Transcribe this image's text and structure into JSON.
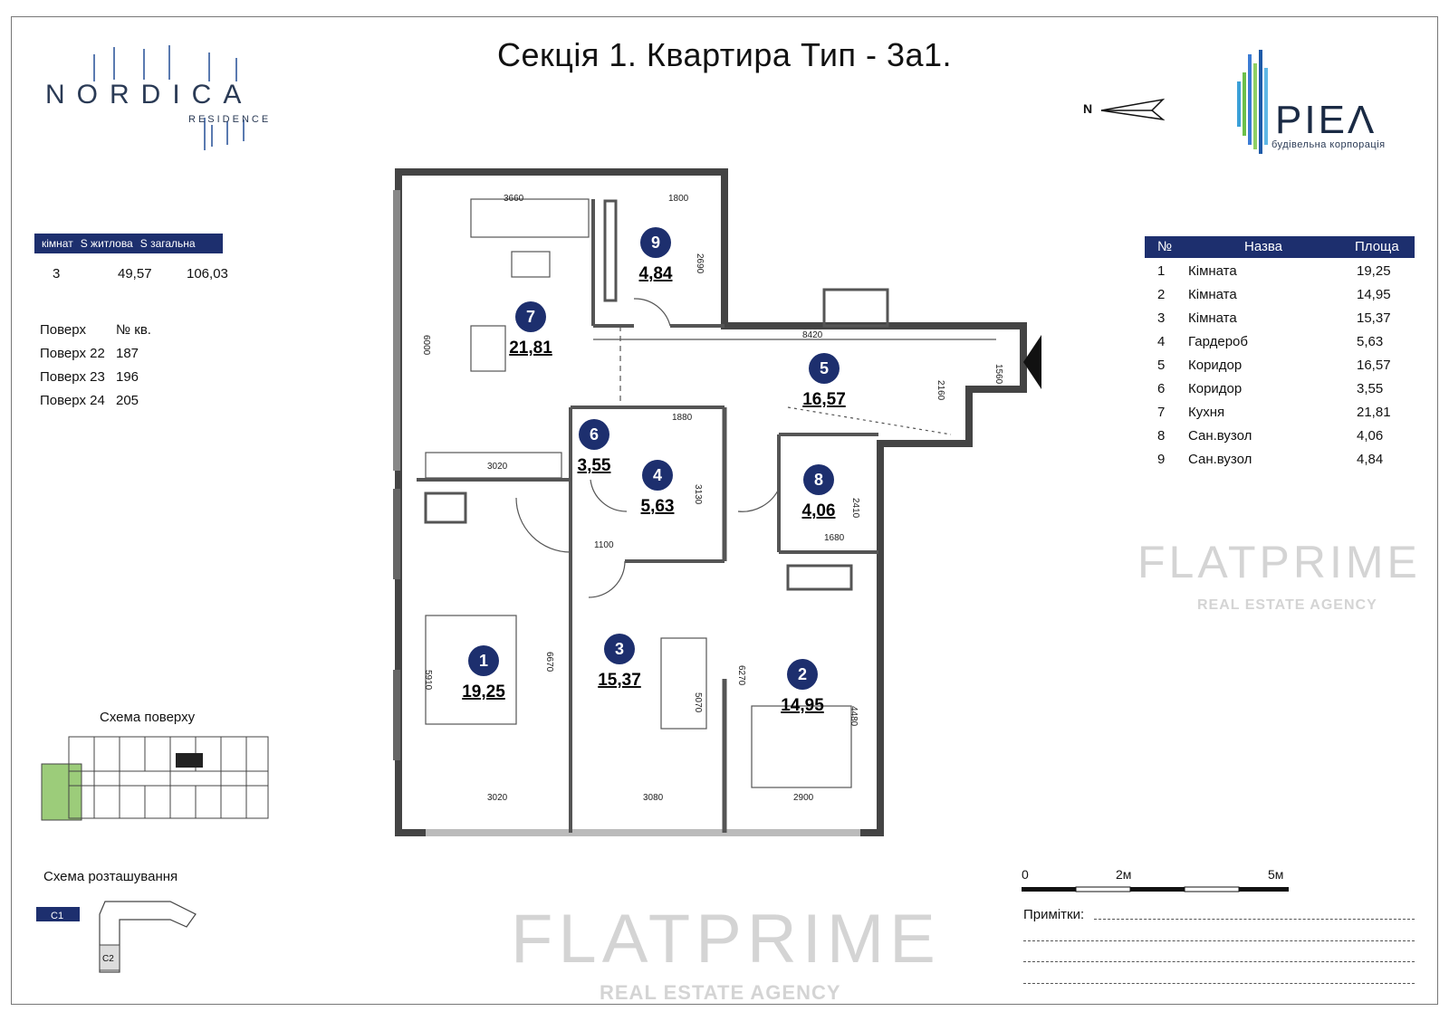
{
  "title": "Секція 1. Квартира Тип - 3а1.",
  "logos": {
    "nordica": "NORDICA",
    "nordica_sub": "RESIDENCE",
    "piel": "PIEΛ",
    "piel_sub": "будівельна корпорація"
  },
  "north_label": "N",
  "summary": {
    "headers": [
      "кімнат",
      "S житлова",
      "S загальна"
    ],
    "values": [
      "3",
      "49,57",
      "106,03"
    ]
  },
  "floors": {
    "headers": [
      "Поверх",
      "№ кв."
    ],
    "rows": [
      [
        "Поверх 22",
        "187"
      ],
      [
        "Поверх 23",
        "196"
      ],
      [
        "Поверх 24",
        "205"
      ]
    ]
  },
  "rooms_table": {
    "headers": [
      "№",
      "Назва",
      "Площа"
    ],
    "rows": [
      [
        "1",
        "Кімната",
        "19,25"
      ],
      [
        "2",
        "Кімната",
        "14,95"
      ],
      [
        "3",
        "Кімната",
        "15,37"
      ],
      [
        "4",
        "Гардероб",
        "5,63"
      ],
      [
        "5",
        "Коридор",
        "16,57"
      ],
      [
        "6",
        "Коридор",
        "3,55"
      ],
      [
        "7",
        "Кухня",
        "21,81"
      ],
      [
        "8",
        "Сан.вузол",
        "4,06"
      ],
      [
        "9",
        "Сан.вузол",
        "4,84"
      ]
    ]
  },
  "plan_rooms": [
    {
      "num": "1",
      "area": "19,25"
    },
    {
      "num": "2",
      "area": "14,95"
    },
    {
      "num": "3",
      "area": "15,37"
    },
    {
      "num": "4",
      "area": "5,63"
    },
    {
      "num": "5",
      "area": "16,57"
    },
    {
      "num": "6",
      "area": "3,55"
    },
    {
      "num": "7",
      "area": "21,81"
    },
    {
      "num": "8",
      "area": "4,06"
    },
    {
      "num": "9",
      "area": "4,84"
    }
  ],
  "dimensions": [
    "3660",
    "1800",
    "2690",
    "6000",
    "8420",
    "2160",
    "1560",
    "3020",
    "1880",
    "3130",
    "1100",
    "2410",
    "1680",
    "5910",
    "6670",
    "5070",
    "6270",
    "4480",
    "3020",
    "3080",
    "2900"
  ],
  "floor_scheme_label": "Схема поверху",
  "location_label": "Схема розташування",
  "location_sections": [
    "C1",
    "C2"
  ],
  "scale": {
    "labels": [
      "0",
      "2м",
      "5м"
    ]
  },
  "notes_label": "Примітки:",
  "watermark": {
    "brand": "FLATPRIME",
    "sub": "REAL ESTATE AGENCY"
  },
  "colors": {
    "accent": "#1d2f6e",
    "highlight": "#9ccc7a"
  }
}
